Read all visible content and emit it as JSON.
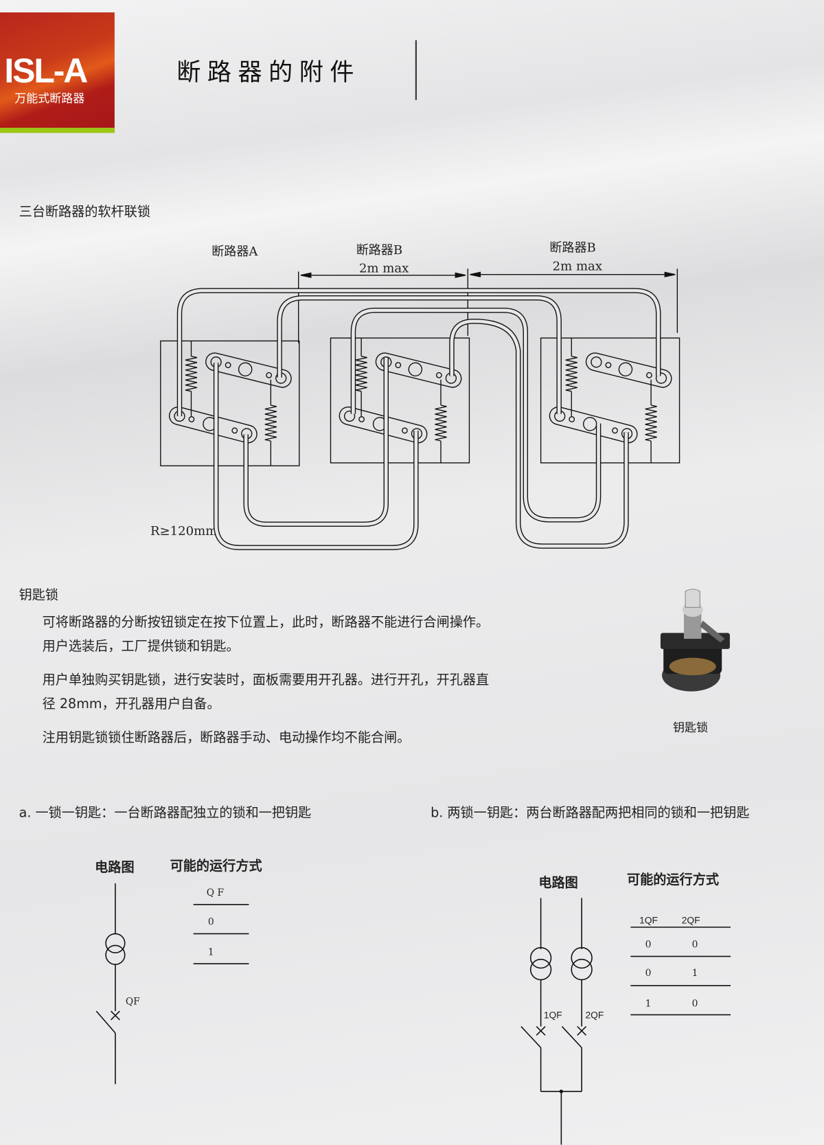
{
  "logo": {
    "brand": "ISL-A",
    "subtitle": "万能式断路器"
  },
  "page_title": "断路器的附件",
  "section1": {
    "heading": "三台断路器的软杆联锁",
    "diagram": {
      "label_a": "断路器A",
      "label_b1": "断路器B",
      "label_b2": "断路器B",
      "dim1": "2m max",
      "dim2": "2m max",
      "radius": "R≥120mm"
    }
  },
  "section2": {
    "heading": "钥匙锁",
    "paragraphs": [
      "可将断路器的分断按钮锁定在按下位置上，此时，断路器不能进行合闸操作。",
      "用户选装后，工厂提供锁和钥匙。",
      "用户单独购买钥匙锁，进行安装时，面板需要用开孔器。进行开孔，开孔器直",
      "径 28mm，开孔器用户自备。",
      "注用钥匙锁锁住断路器后，断路器手动、电动操作均不能合闸。"
    ],
    "image_caption": "钥匙锁"
  },
  "option_a": {
    "text": "a. 一锁一钥匙：一台断路器配独立的锁和一把钥匙",
    "circuit_title": "电路图",
    "modes_title": "可能的运行方式",
    "breaker_label": "QF",
    "table": {
      "header": "Q F",
      "rows": [
        "0",
        "1"
      ]
    }
  },
  "option_b": {
    "text": "b. 两锁一钥匙：两台断路器配两把相同的锁和一把钥匙",
    "circuit_title": "电路图",
    "modes_title": "可能的运行方式",
    "breaker1": "1QF",
    "breaker2": "2QF",
    "table": {
      "headers": [
        "1QF",
        "2QF"
      ],
      "rows": [
        [
          "0",
          "0"
        ],
        [
          "0",
          "1"
        ],
        [
          "1",
          "0"
        ]
      ]
    }
  }
}
